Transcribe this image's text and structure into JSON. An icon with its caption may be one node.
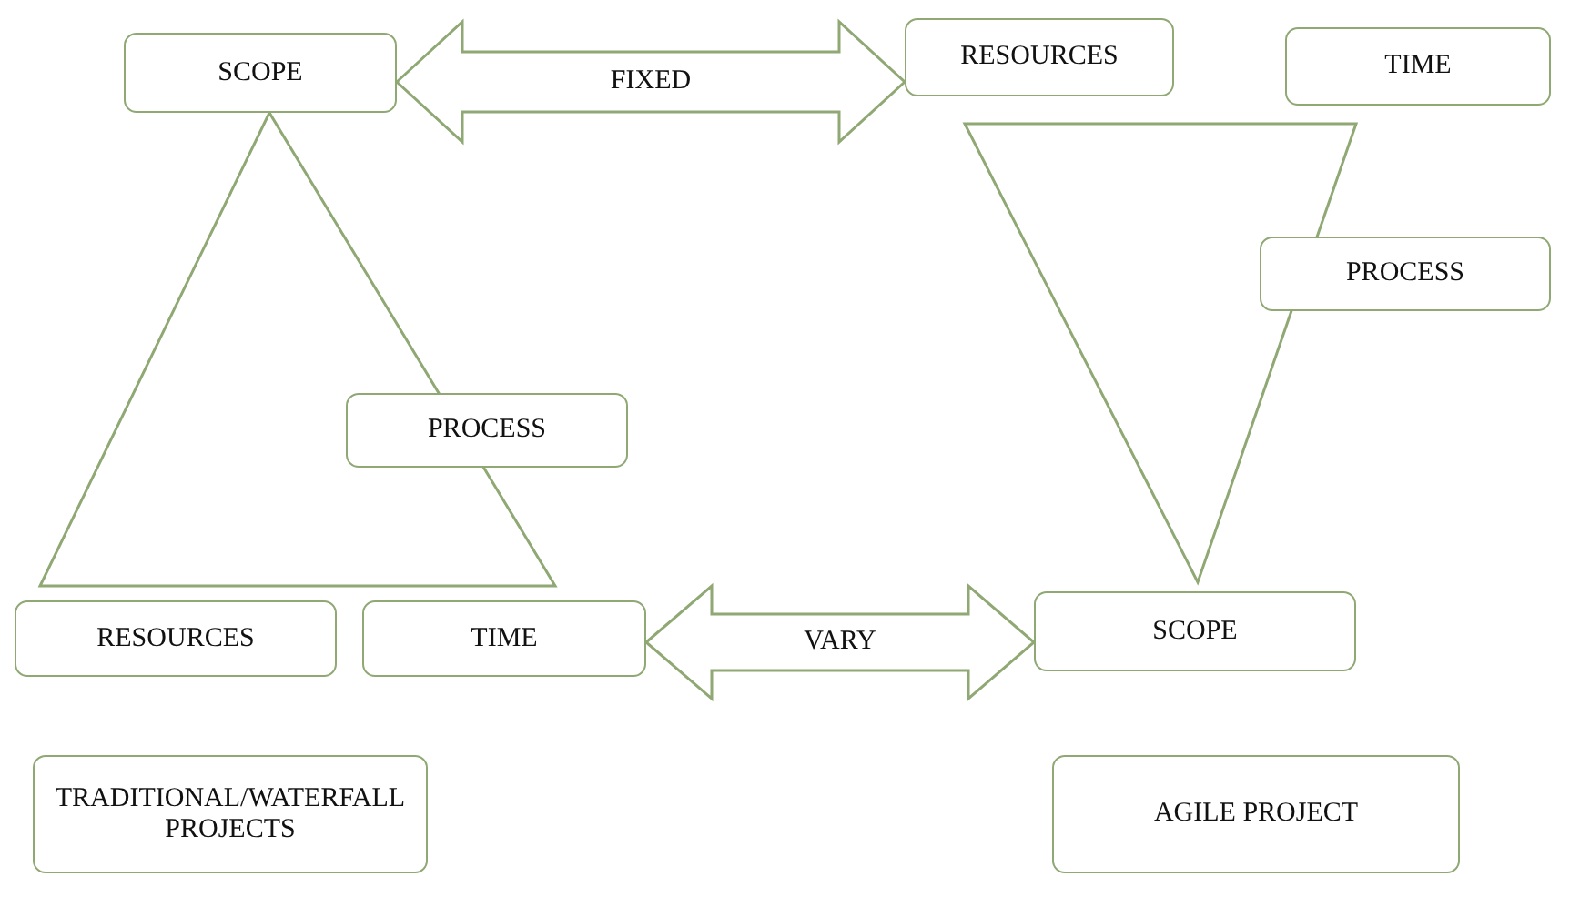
{
  "diagram": {
    "nodes": [
      {
        "text": [
          "SCOPE"
        ]
      },
      {
        "text": [
          "RESOURCES"
        ]
      },
      {
        "text": [
          "TIME"
        ]
      },
      {
        "text": [
          "PROCESS"
        ]
      },
      {
        "text": [
          "PROCESS"
        ]
      },
      {
        "text": [
          "RESOURCES"
        ]
      },
      {
        "text": [
          "TIME"
        ]
      },
      {
        "text": [
          "SCOPE"
        ]
      },
      {
        "text": [
          "TRADITIONAL/WATERFALL PROJECTS"
        ]
      },
      {
        "text": [
          "AGILE PROJECT"
        ]
      }
    ],
    "edges": [
      {
        "from": 0,
        "to": 1,
        "arrow": "both",
        "label": "FIXED"
      },
      {
        "from": 6,
        "to": 7,
        "arrow": "both",
        "label": "VARY"
      }
    ]
  }
}
